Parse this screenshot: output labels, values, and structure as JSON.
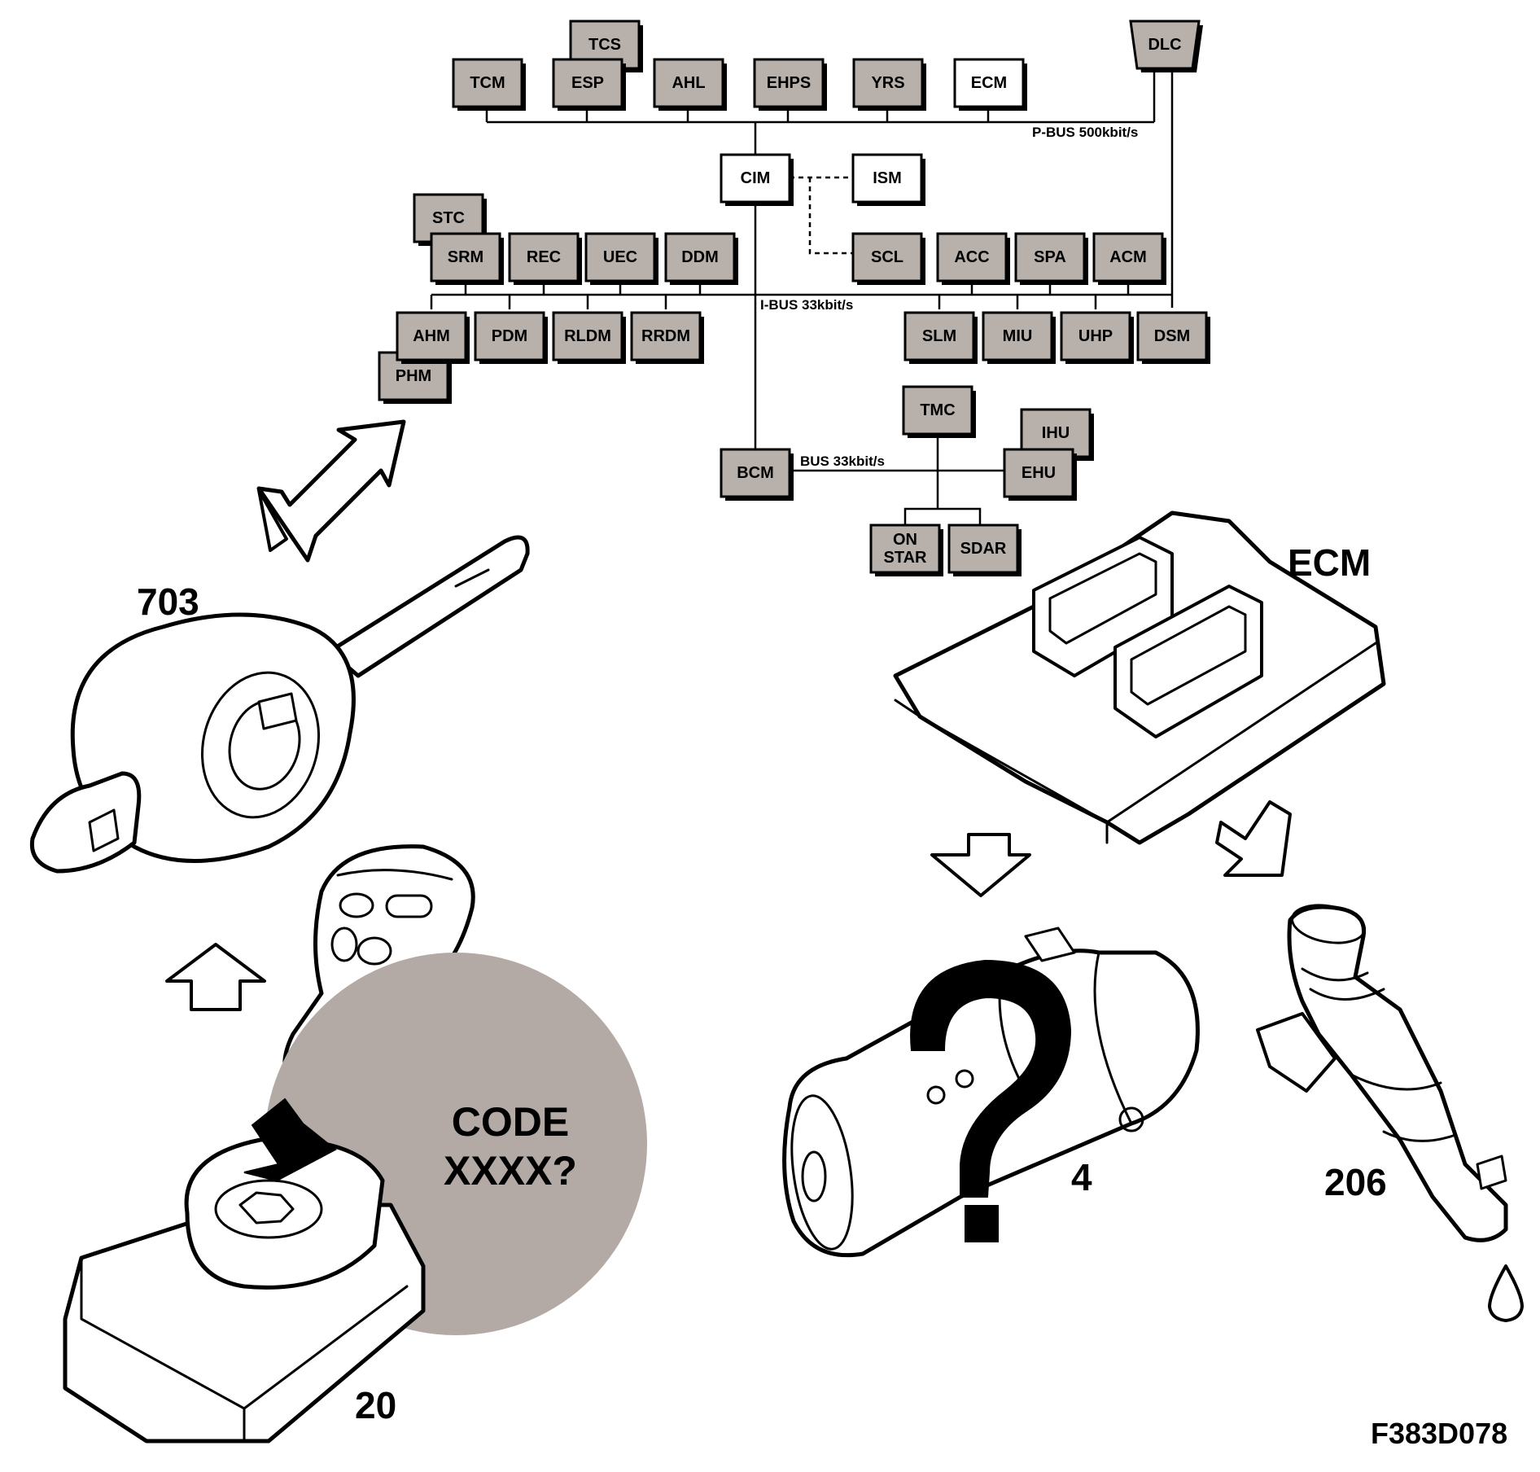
{
  "diagram": {
    "nodes": [
      {
        "id": "TCS",
        "label": "TCS",
        "fill": "#b8b0ab"
      },
      {
        "id": "TCM",
        "label": "TCM",
        "fill": "#b8b0ab"
      },
      {
        "id": "ESP",
        "label": "ESP",
        "fill": "#b8b0ab"
      },
      {
        "id": "AHL",
        "label": "AHL",
        "fill": "#b8b0ab"
      },
      {
        "id": "EHPS",
        "label": "EHPS",
        "fill": "#b8b0ab"
      },
      {
        "id": "YRS",
        "label": "YRS",
        "fill": "#b8b0ab"
      },
      {
        "id": "ECM",
        "label": "ECM",
        "fill": "#ffffff"
      },
      {
        "id": "DLC",
        "label": "DLC",
        "fill": "#b8b0ab"
      },
      {
        "id": "CIM",
        "label": "CIM",
        "fill": "#ffffff"
      },
      {
        "id": "ISM",
        "label": "ISM",
        "fill": "#ffffff"
      },
      {
        "id": "STC",
        "label": "STC",
        "fill": "#b8b0ab"
      },
      {
        "id": "SRM",
        "label": "SRM",
        "fill": "#b8b0ab"
      },
      {
        "id": "REC",
        "label": "REC",
        "fill": "#b8b0ab"
      },
      {
        "id": "UEC",
        "label": "UEC",
        "fill": "#b8b0ab"
      },
      {
        "id": "DDM",
        "label": "DDM",
        "fill": "#b8b0ab"
      },
      {
        "id": "SCL",
        "label": "SCL",
        "fill": "#b8b0ab"
      },
      {
        "id": "ACC",
        "label": "ACC",
        "fill": "#b8b0ab"
      },
      {
        "id": "SPA",
        "label": "SPA",
        "fill": "#b8b0ab"
      },
      {
        "id": "ACM",
        "label": "ACM",
        "fill": "#b8b0ab"
      },
      {
        "id": "AHM",
        "label": "AHM",
        "fill": "#b8b0ab"
      },
      {
        "id": "PDM",
        "label": "PDM",
        "fill": "#b8b0ab"
      },
      {
        "id": "RLDM",
        "label": "RLDM",
        "fill": "#b8b0ab"
      },
      {
        "id": "RRDM",
        "label": "RRDM",
        "fill": "#b8b0ab"
      },
      {
        "id": "PHM",
        "label": "PHM",
        "fill": "#b8b0ab"
      },
      {
        "id": "SLM",
        "label": "SLM",
        "fill": "#b8b0ab"
      },
      {
        "id": "MIU",
        "label": "MIU",
        "fill": "#b8b0ab"
      },
      {
        "id": "UHP",
        "label": "UHP",
        "fill": "#b8b0ab"
      },
      {
        "id": "DSM",
        "label": "DSM",
        "fill": "#b8b0ab"
      },
      {
        "id": "TMC",
        "label": "TMC",
        "fill": "#b8b0ab"
      },
      {
        "id": "IHU",
        "label": "IHU",
        "fill": "#b8b0ab"
      },
      {
        "id": "BCM",
        "label": "BCM",
        "fill": "#b8b0ab"
      },
      {
        "id": "EHU",
        "label": "EHU",
        "fill": "#b8b0ab"
      },
      {
        "id": "ONSTAR",
        "label": "ON STAR",
        "fill": "#b8b0ab"
      },
      {
        "id": "SDAR",
        "label": "SDAR",
        "fill": "#b8b0ab"
      }
    ],
    "bus_labels": {
      "pbus": "P-BUS 500kbit/s",
      "ibus": "I-BUS 33kbit/s",
      "bus": "BUS 33kbit/s"
    },
    "callouts": {
      "c703": "703",
      "c20": "20",
      "cECM": "ECM",
      "c4": "4",
      "c206": "206"
    },
    "code_prompt": {
      "line1": "CODE",
      "line2": "XXXX?"
    },
    "figure_id": "F383D078",
    "colors": {
      "module_gray": "#b8b0ab",
      "circle_gray": "#b3aaa6",
      "ink": "#000000"
    }
  }
}
